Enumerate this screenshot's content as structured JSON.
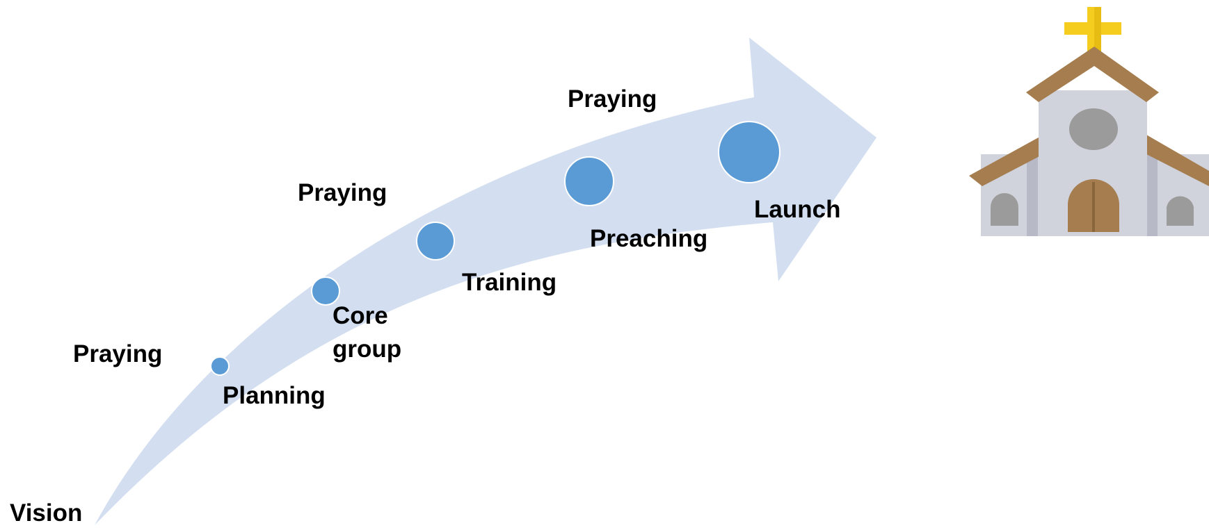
{
  "diagram": {
    "start_label": "Vision",
    "stages": [
      {
        "id": "planning",
        "label": "Planning"
      },
      {
        "id": "core-group",
        "label": "Core group"
      },
      {
        "id": "training",
        "label": "Training"
      },
      {
        "id": "preaching",
        "label": "Preaching"
      },
      {
        "id": "launch",
        "label": "Launch"
      }
    ],
    "praying_labels": [
      "Praying",
      "Praying",
      "Praying"
    ],
    "colors": {
      "arrow": "#d3dff0",
      "dot": "#5b9bd5",
      "dot_outline": "#ffffff",
      "text": "#000000"
    },
    "end_icon": "church-icon",
    "church_colors": {
      "wall": "#d0d3dc",
      "wall_shade": "#b7bac6",
      "roof": "#a57d4e",
      "door": "#a57d4e",
      "window": "#9b9b9b",
      "cross": "#f5cd1f"
    }
  }
}
